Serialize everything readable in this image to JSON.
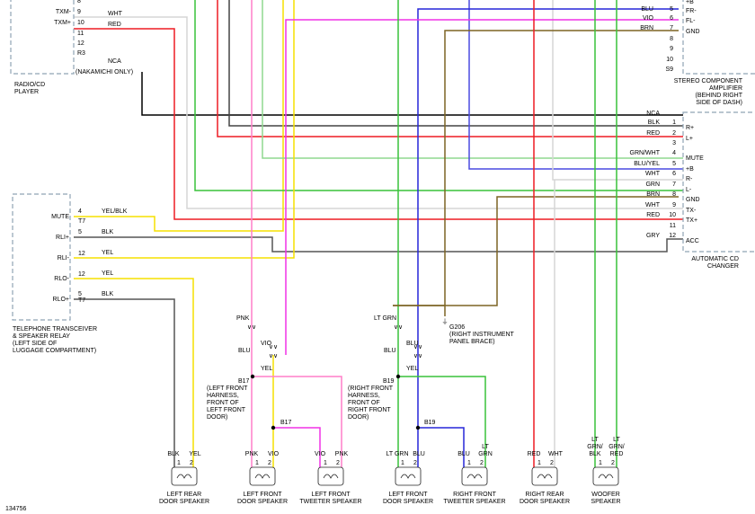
{
  "components": {
    "radio": {
      "name": "RADIO/CD\nPLAYER",
      "pins": [
        "8",
        "9",
        "10",
        "11",
        "12",
        "R3"
      ],
      "pin_labels": [
        "",
        "TXM-",
        "TXM+",
        "",
        "",
        ""
      ],
      "wires": [
        "",
        "WHT",
        "RED",
        "",
        "",
        "NCA"
      ],
      "note": "(NAKAMICHI ONLY)"
    },
    "amp": {
      "name": "STEREO COMPONENT\nAMPLIFIER\n(BEHIND RIGHT\nSIDE OF DASH)",
      "pins": [
        "5",
        "6",
        "7",
        "8",
        "9",
        "10",
        "S9"
      ],
      "pin_labels": [
        "+B",
        "FR-",
        "FL-",
        "GND",
        "",
        "",
        ""
      ],
      "wires": [
        "BLU",
        "VIO",
        "BRN",
        "",
        "",
        "",
        ""
      ]
    },
    "changer": {
      "name": "AUTOMATIC CD\nCHANGER",
      "pins": [
        "1",
        "2",
        "3",
        "4",
        "5",
        "6",
        "7",
        "8",
        "9",
        "10",
        "11",
        "12"
      ],
      "pin_labels": [
        "R+",
        "L+",
        "",
        "MUTE",
        "+B",
        "R-",
        "L-",
        "GND",
        "TX-",
        "TX+",
        "",
        "ACC"
      ],
      "wires": [
        "BLK",
        "RED",
        "",
        "GRN/WHT",
        "BLU/YEL",
        "WHT",
        "GRN",
        "BRN",
        "WHT",
        "RED",
        "",
        "GRY"
      ],
      "top_wire": "NCA"
    },
    "telephone": {
      "name": "TELEPHONE TRANSCEIVER\n& SPEAKER RELAY\n(LEFT SIDE OF\nLUGGAGE COMPARTMENT)",
      "pin_labels": [
        "MUTE",
        "RLI+",
        "RLI-",
        "RLO-",
        "RLO+"
      ],
      "pins": [
        "4",
        "T7",
        "5",
        "12",
        "12",
        "5",
        "T7"
      ],
      "wires": [
        "YEL/BLK",
        "BLK",
        "YEL",
        "YEL",
        "BLK"
      ]
    }
  },
  "ground": {
    "id": "G206",
    "desc": "(RIGHT INSTRUMENT\nPANEL BRACE)"
  },
  "splices": {
    "b17_left": {
      "id": "B17",
      "desc": "(LEFT FRONT\nHARNESS,\nFRONT OF\nLEFT FRONT\nDOOR)"
    },
    "b17_small": {
      "id": "B17"
    },
    "b19_right": {
      "id": "B19",
      "desc": "(RIGHT FRONT\nHARNESS,\nFRONT OF\nRIGHT FRONT\nDOOR)"
    },
    "b19_small": {
      "id": "B19"
    }
  },
  "harness_labels": {
    "pnk": "PNK",
    "vio": "VIO",
    "blu_l": "BLU",
    "yel_l": "YEL",
    "ltgrn": "LT GRN",
    "blu_r1": "BLU",
    "blu_r2": "BLU",
    "yel_r": "YEL"
  },
  "speakers": [
    {
      "name": "LEFT REAR\nDOOR SPEAKER",
      "w1": "BLK",
      "w2": "YEL"
    },
    {
      "name": "LEFT FRONT\nDOOR SPEAKER",
      "w1": "PNK",
      "w2": "VIO"
    },
    {
      "name": "LEFT FRONT\nTWEETER SPEAKER",
      "w1": "VIO",
      "w2": "PNK"
    },
    {
      "name": "LEFT FRONT\nDOOR SPEAKER",
      "w1": "LT GRN",
      "w2": "BLU"
    },
    {
      "name": "RIGHT FRONT\nTWEETER SPEAKER",
      "w1": "BLU",
      "w2": "LT\nGRN"
    },
    {
      "name": "RIGHT REAR\nDOOR SPEAKER",
      "w1": "RED",
      "w2": "WHT"
    },
    {
      "name": "WOOFER\nSPEAKER",
      "w1": "LT\nGRN/\nBLK",
      "w2": "LT\nGRN/\nRED"
    }
  ],
  "figure_id": "134756",
  "colors": {
    "red": "#ee1c24",
    "yellow": "#f5e100",
    "green": "#39c23a",
    "pink": "#ff7fc8",
    "magenta": "#f032e6",
    "blue": "#2626d9",
    "brown": "#7d6424",
    "black": "#000000",
    "gray": "#8a8a8a",
    "white_wire": "#d6d6d6",
    "grn_wht": "#8fd88f",
    "blu_yel": "#4a4ae0"
  }
}
